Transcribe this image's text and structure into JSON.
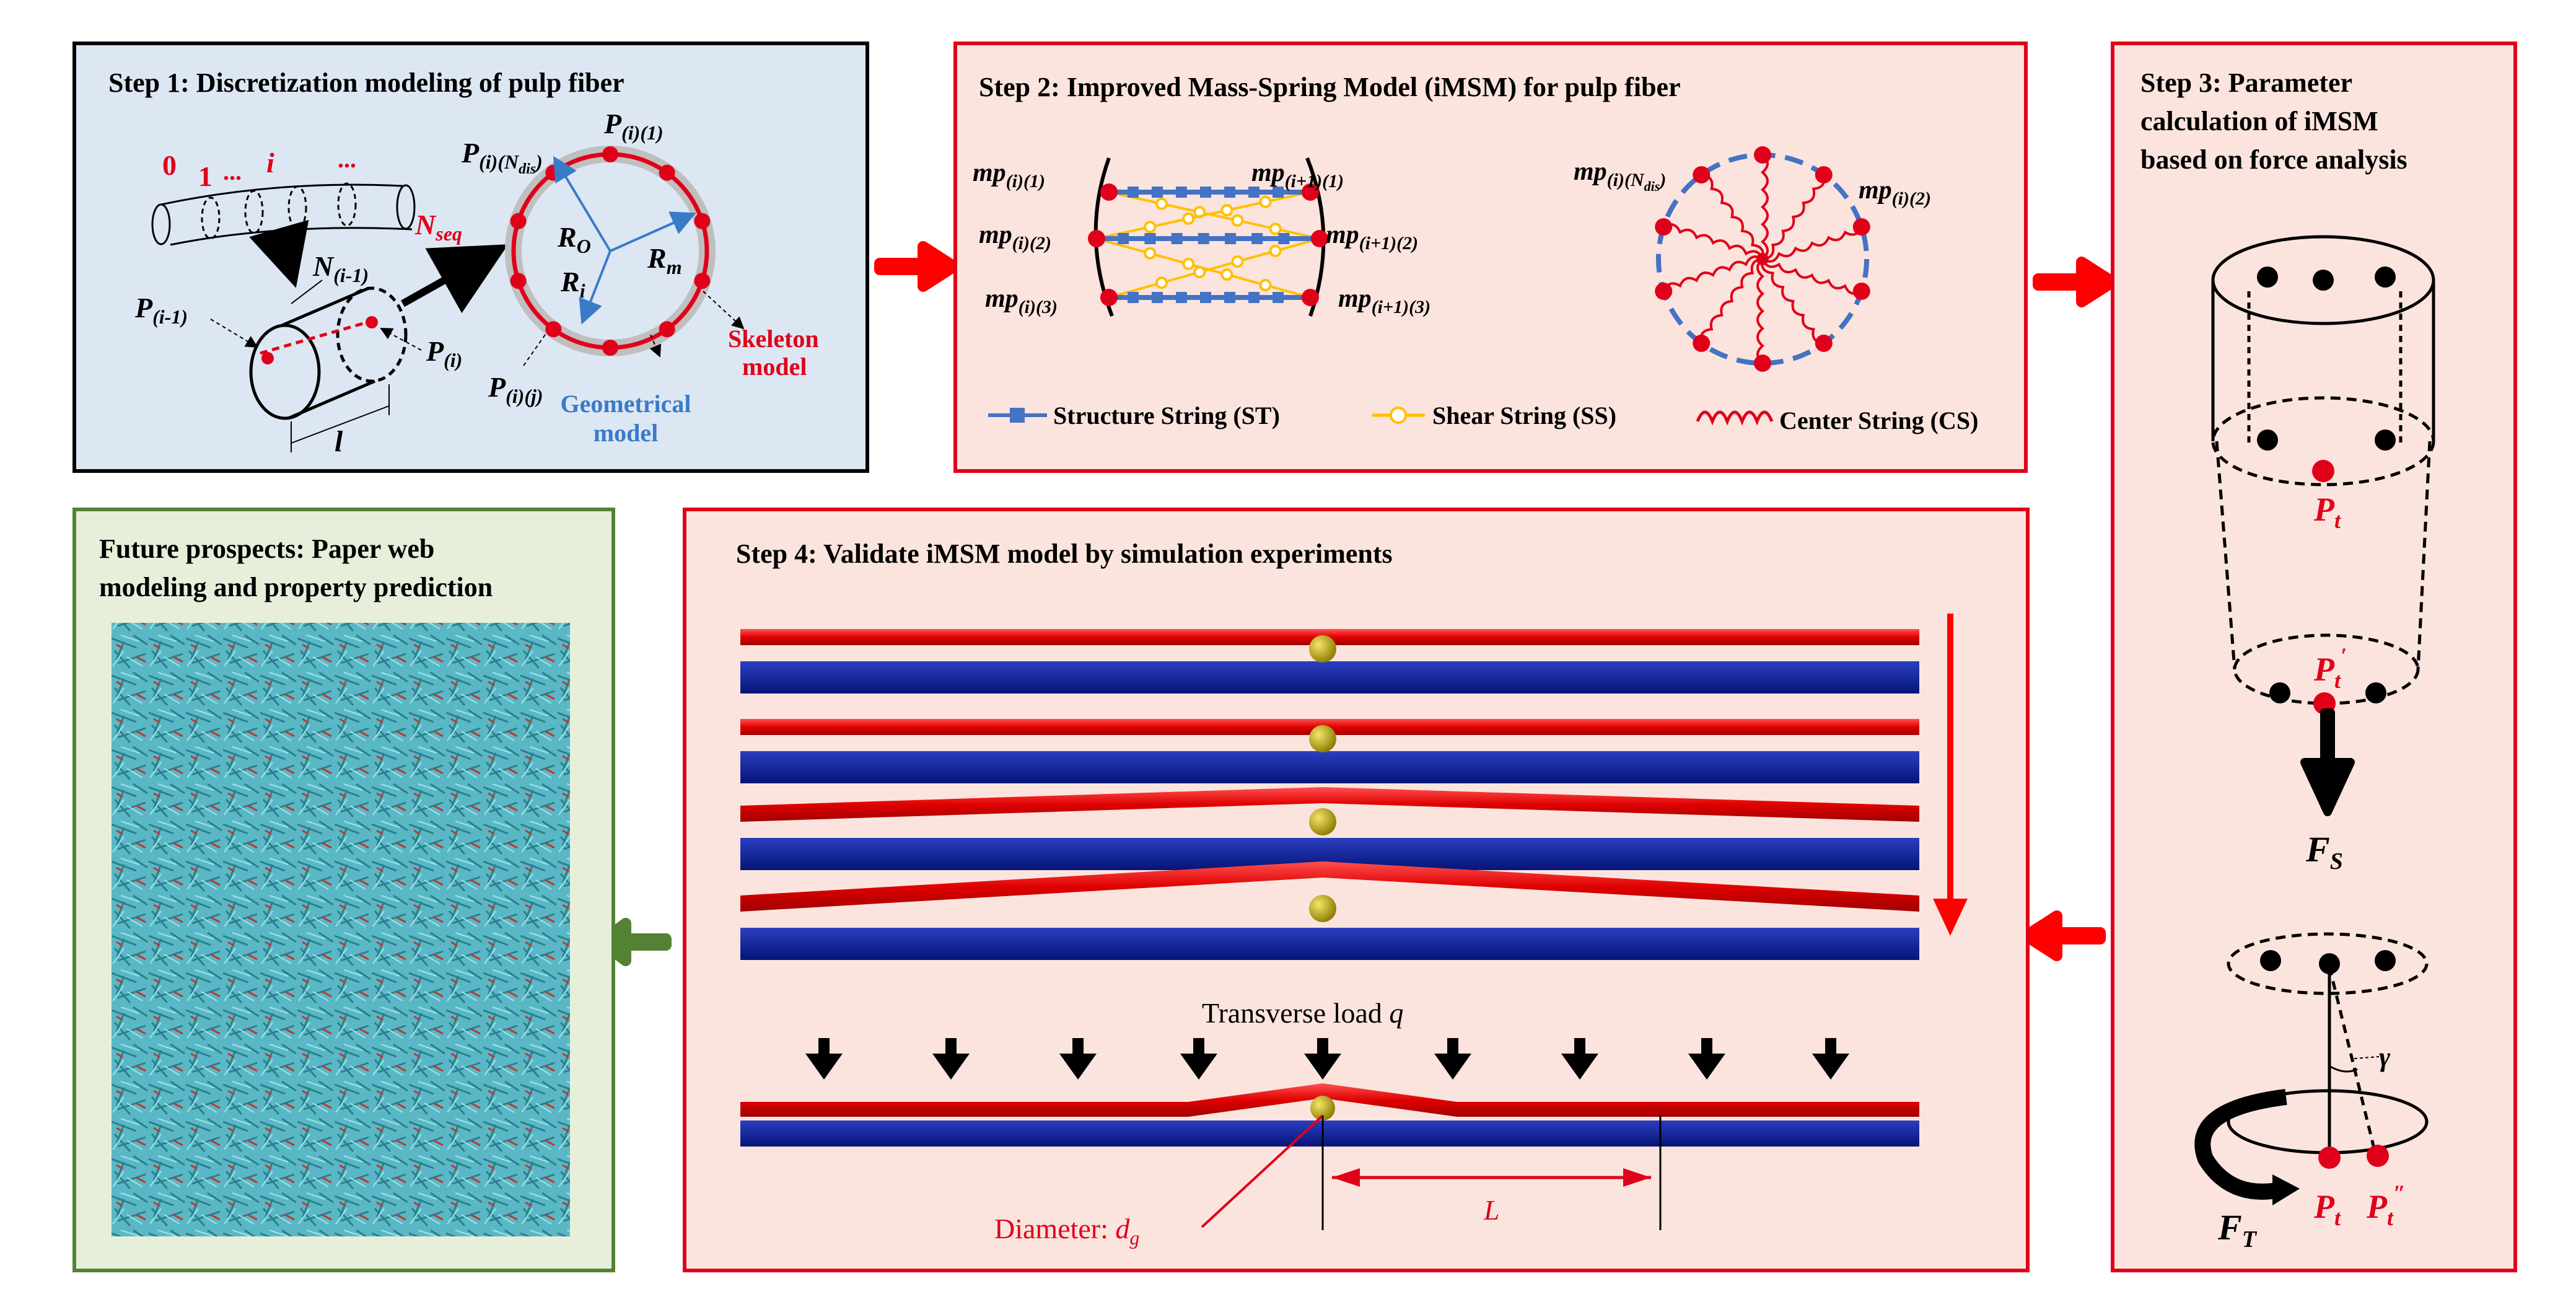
{
  "panels": {
    "step1": {
      "title": "Step 1: Discretization modeling of pulp fiber"
    },
    "step2": {
      "title": "Step 2: Improved Mass-Spring Model (iMSM) for pulp fiber"
    },
    "step3": {
      "title_lines": [
        "Step 3: Parameter",
        "calculation of iMSM",
        "based on force analysis"
      ]
    },
    "step4": {
      "title": "Step 4: Validate iMSM model by simulation experiments"
    },
    "future": {
      "title_lines": [
        "Future prospects: Paper web",
        "modeling and property prediction"
      ]
    }
  },
  "step1_labels": {
    "seq_0": "0",
    "seq_1": "1",
    "seq_dots1": "...",
    "seq_i": "i",
    "seq_dots2": "...",
    "n_seq_main": "N",
    "n_seq_sub": "seq",
    "n_vec_main": "N",
    "n_vec_sub": "(i-1)",
    "p_prev_main": "P",
    "p_prev_sub": "(i-1)",
    "p_i_main": "P",
    "p_i_sub": "(i)",
    "p_ij_main": "P",
    "p_ij_sub": "(i)(j)",
    "p_i1_main": "P",
    "p_i1_sub": "(i)(1)",
    "p_ndis_main": "P",
    "p_ndis_sub": "(i)(N",
    "p_ndis_subsub": "dis",
    "p_ndis_close": ")",
    "ro_main": "R",
    "ro_sub": "O",
    "ri_main": "R",
    "ri_sub": "i",
    "rm_main": "R",
    "rm_sub": "m",
    "l": "l",
    "skeleton_1": "Skeleton",
    "skeleton_2": "model",
    "geo_1": "Geometrical",
    "geo_2": "model"
  },
  "step2_labels": {
    "mp_i1": "(i)(1)",
    "mp_i2": "(i)(2)",
    "mp_i3": "(i)(3)",
    "mp_ip1_1": "(i+1)(1)",
    "mp_ip1_2": "(i+1)(2)",
    "mp_ip1_3": "(i+1)(3)",
    "mp_ndis": "(i)(N",
    "mp_ndis_sub": "dis",
    "mp_ndis_close": ")",
    "mp_i2_right": "(i)(2)",
    "mp": "mp",
    "legend_st": "Structure String (ST)",
    "legend_ss": "Shear String (SS)",
    "legend_cs": "Center String (CS)"
  },
  "step3_labels": {
    "pt_main": "P",
    "pt_sub": "t",
    "ptp_main": "P",
    "ptp_sub": "t",
    "ptp_sup": "′",
    "fs_main": "F",
    "fs_sub": "S",
    "gamma": "γ",
    "ft_main": "F",
    "ft_sub": "T",
    "pt2_main": "P",
    "pt2_sub": "t",
    "ptpp_main": "P",
    "ptpp_sub": "t",
    "ptpp_sup": "″"
  },
  "step4_labels": {
    "load_text": "Transverse load ",
    "load_var": "q",
    "diameter_text": "Diameter: ",
    "diameter_var": "d",
    "diameter_sub": "g",
    "length": "L"
  },
  "colors": {
    "step1_bg": "#dde7f3",
    "red_bg": "#fbe4dd",
    "future_bg": "#e7efdb",
    "red": "#e0001a",
    "green": "#548235",
    "blue_string": "#4472c4",
    "yellow_string": "#ffc000",
    "beam_blue": "#0a1e96",
    "bead": "#c8b400"
  }
}
